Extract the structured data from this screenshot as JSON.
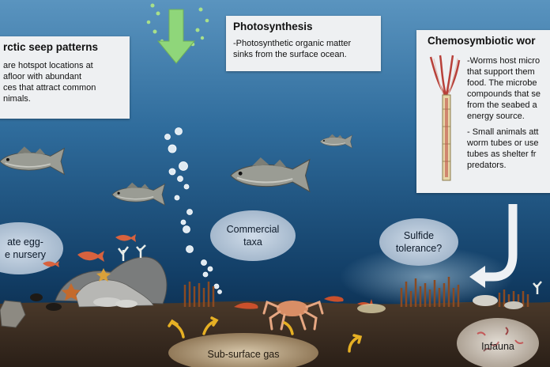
{
  "boxes": {
    "seep": {
      "title": "rctic seep patterns",
      "lines": [
        "are hotspot locations at",
        "afloor with abundant",
        "ces that attract common",
        "nimals."
      ]
    },
    "photo": {
      "title": "Photosynthesis",
      "lines": [
        "-Photosynthetic organic matter",
        "sinks from the surface ocean."
      ]
    },
    "chemo": {
      "title": "Chemosymbiotic wor",
      "lines": [
        "-Worms host micro",
        "that support them",
        "food. The microbe",
        "compounds that se",
        "from the seabed a",
        "energy source.",
        "- Small animals att",
        "worm tubes or use",
        "tubes as shelter fr",
        "predators."
      ]
    }
  },
  "ovals": {
    "nursery": {
      "line1": "ate egg-",
      "line2": "e nursery"
    },
    "commercial": {
      "line1": "Commercial",
      "line2": "taxa"
    },
    "sulfide": {
      "line1": "Sulfide",
      "line2": "tolerance?"
    },
    "gas": {
      "line1": "Sub-surface gas"
    },
    "infauna": {
      "line1": "Infauna"
    }
  },
  "colors": {
    "water_top": "#4d88b5",
    "water_bottom": "#08243f",
    "sediment": "#3b2d22",
    "box_bg": "#eef0f2",
    "oval_fill": "#b6c6d8",
    "arrow_green": "#8fd67a",
    "yellow_arrow": "#e6b024"
  },
  "icons": [
    "down-arrow-icon",
    "curved-arrow-icon",
    "bubble-icon",
    "fish-icon",
    "crab-icon",
    "tube-worm-icon",
    "starfish-icon",
    "shrimp-icon"
  ]
}
